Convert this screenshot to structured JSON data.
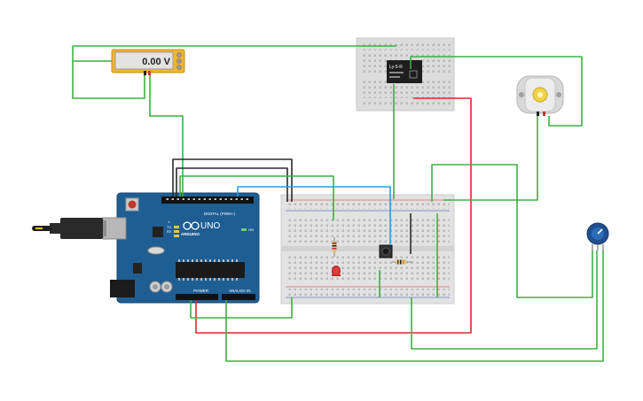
{
  "multimeter": {
    "reading": "0.00 V"
  },
  "arduino": {
    "brand": "ARDUINO",
    "model": "UNO",
    "digital_label": "DIGITAL (PWM~)",
    "power_label": "POWER",
    "analog_label": "ANALOG IN",
    "tx_label": "TX",
    "rx_label": "RX",
    "l_label": "L",
    "on_label": "ON"
  },
  "relay": {
    "name": "Ly-5-R"
  },
  "wires": {
    "colors": {
      "green": "#3cb043",
      "red": "#d62b2b",
      "black": "#2a2a2a",
      "blue": "#2e9bd6"
    }
  },
  "icons": [
    "usb-plug-icon",
    "dc-motor-icon",
    "potentiometer-icon",
    "led-icon",
    "pushbutton-icon",
    "resistor-icon"
  ]
}
